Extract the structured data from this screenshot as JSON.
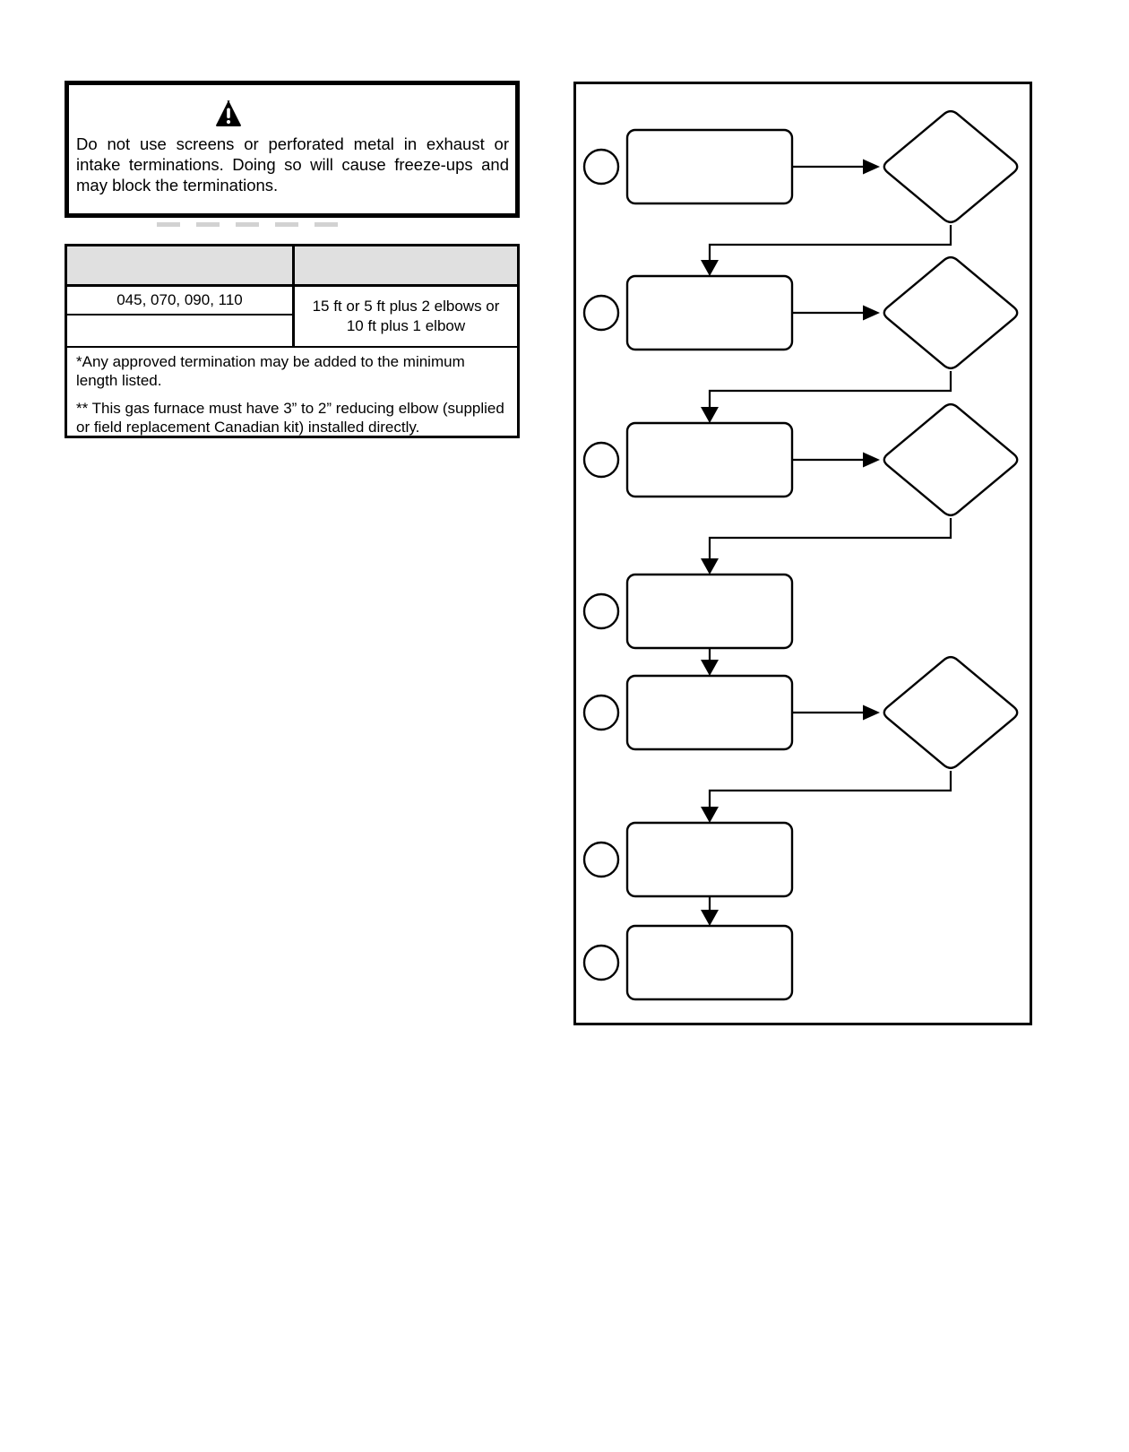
{
  "warning": {
    "icon": "warning-triangle",
    "lines": [
      "Do not use screens or perforated metal in exhaust or",
      "intake terminations. Doing so will cause freeze-ups and",
      "may block the terminations."
    ]
  },
  "spec_table": {
    "header_col1": "",
    "header_col2": "",
    "models": "045, 070, 090, 110",
    "empty_row": "",
    "min_length": "15 ft or 5 ft plus 2 elbows or 10 ft plus 1 elbow",
    "footnotes": [
      "*Any approved termination may be added to the minimum length listed.",
      "** This gas furnace must have 3” to 2” reducing elbow (supplied or field replacement Canadian kit) installed directly."
    ]
  },
  "flowchart": {
    "step_boxes": 7,
    "decision_diamonds": 4,
    "numbered_circles": 7,
    "labels": []
  },
  "colors": {
    "ink": "#000000",
    "table_header_bg": "#e0e0e0",
    "page_bg": "#ffffff"
  }
}
